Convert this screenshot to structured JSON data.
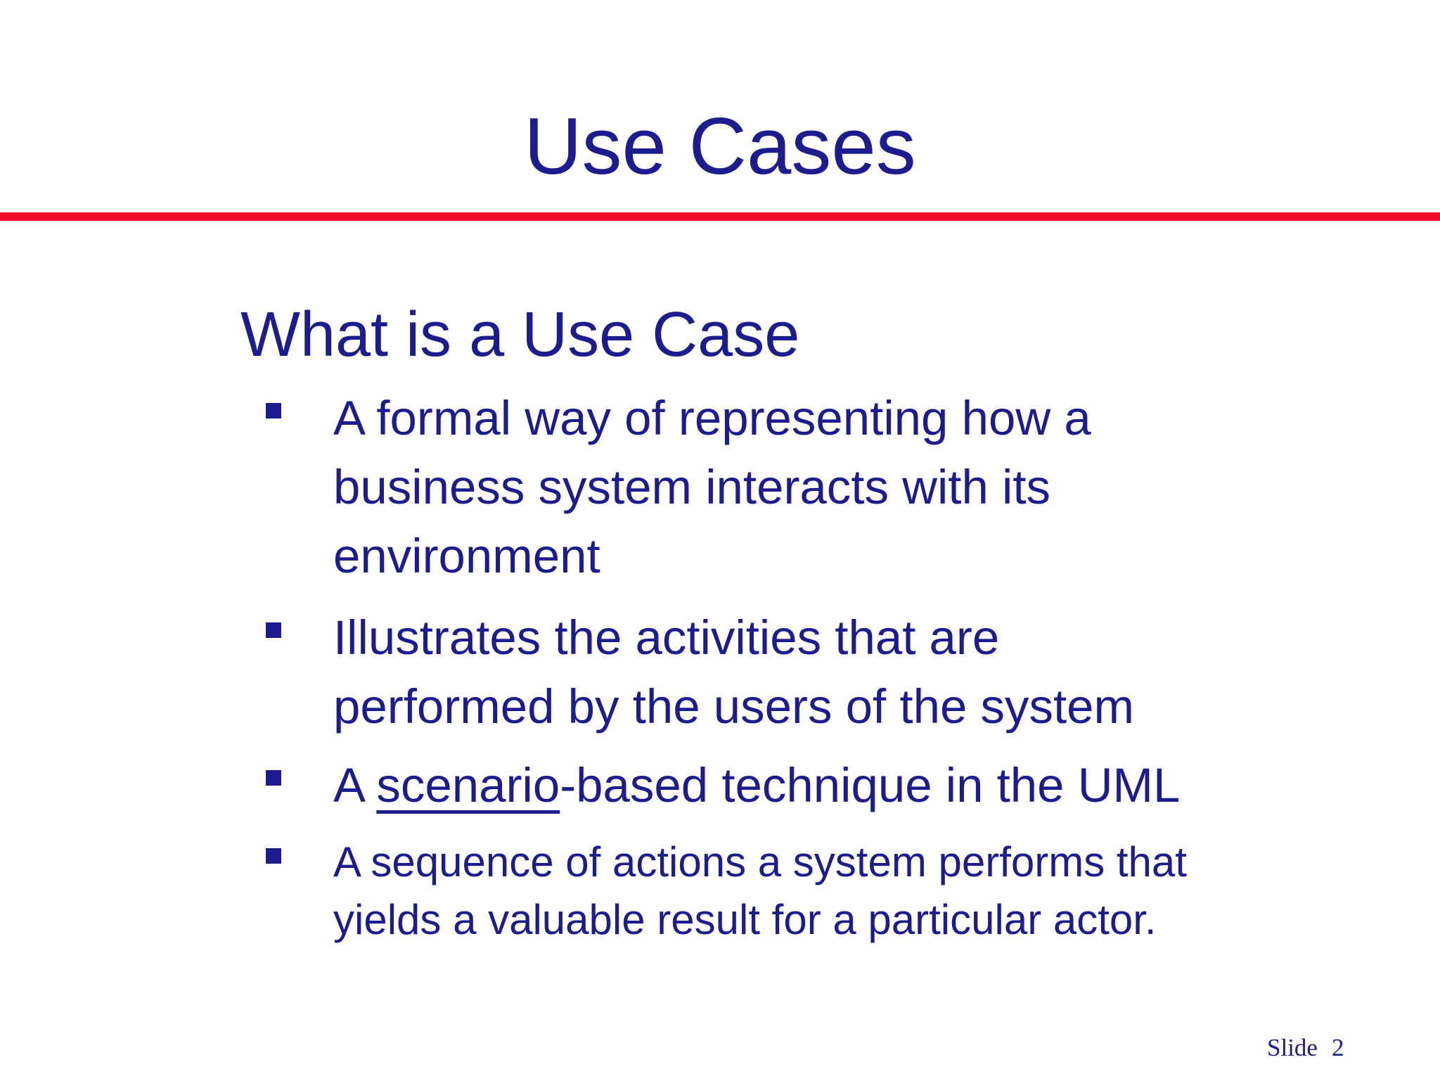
{
  "slide": {
    "title": "Use Cases",
    "heading": "What is a Use Case",
    "bullets": [
      {
        "lines": [
          "A formal way of representing how a",
          "business system interacts with its",
          "environment"
        ]
      },
      {
        "lines": [
          "Illustrates the activities that are",
          "performed by the users of the system"
        ]
      },
      {
        "segments": {
          "prefix": "A ",
          "underlined": "scenario",
          "suffix": "-based technique in the UML"
        }
      },
      {
        "lines": [
          "A sequence of actions a system performs that",
          "yields a valuable result for a particular actor."
        ]
      }
    ],
    "footer": {
      "label": "Slide",
      "number": "2"
    }
  },
  "colors": {
    "text_navy": "#1c1c8e",
    "rule_red": "#f00e28",
    "footer_navy": "#1e1e7e",
    "background": "#ffffff"
  }
}
